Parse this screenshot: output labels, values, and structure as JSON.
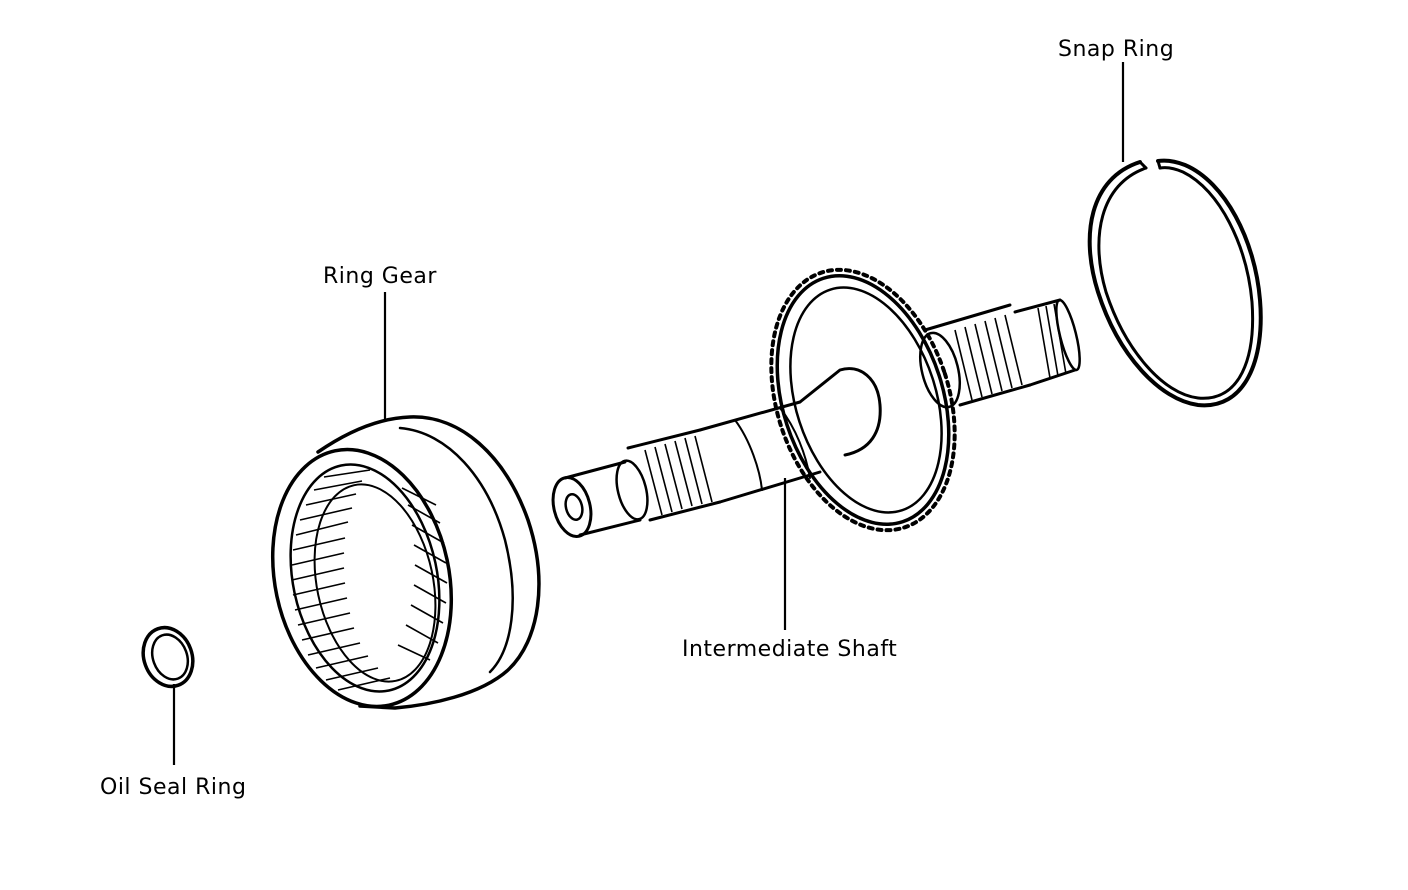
{
  "labels": {
    "snap_ring": "Snap Ring",
    "ring_gear": "Ring Gear",
    "intermediate_shaft": "Intermediate Shaft",
    "oil_seal_ring": "Oil Seal Ring"
  },
  "colors": {
    "ink": "#000000",
    "background": "#ffffff"
  }
}
